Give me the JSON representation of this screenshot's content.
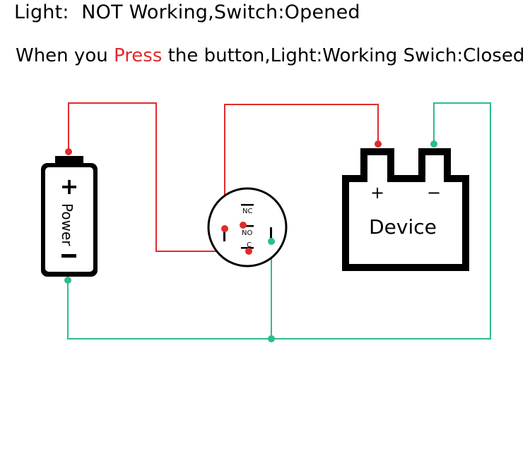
{
  "header": {
    "line1": {
      "label_light": "Light:",
      "light_state": "NOT Working,",
      "label_switch": "Switch:",
      "switch_state": "Opened"
    },
    "line2": {
      "prefix": "When you ",
      "highlight": "Press",
      "suffix": " the button,Light:Working Swich:Closed"
    }
  },
  "battery": {
    "label": "Power",
    "plus": "+",
    "minus": "-"
  },
  "switch": {
    "nc": "NC",
    "no": "NO",
    "c": "C"
  },
  "device": {
    "label": "Device",
    "plus": "+",
    "minus": "−"
  },
  "colors": {
    "positive_wire": "#e02b2b",
    "negative_wire": "#2dbe86",
    "outline": "#000000",
    "highlight_text": "#e02b2b"
  }
}
